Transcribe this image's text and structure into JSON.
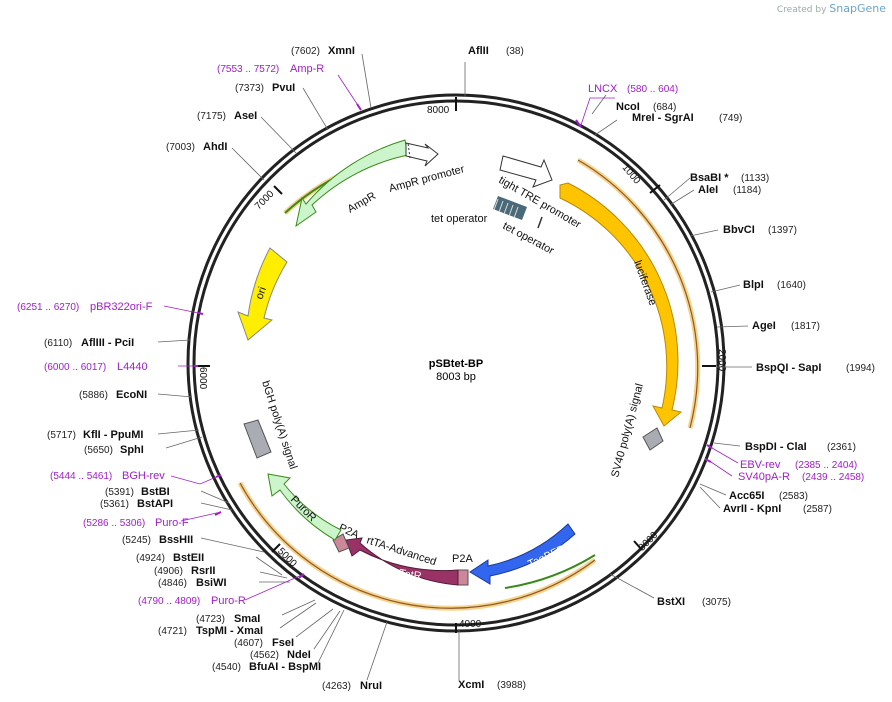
{
  "header": {
    "created_by": "Created by",
    "brand": "SnapGene"
  },
  "plasmid": {
    "name": "pSBtet-BP",
    "size_label": "8003 bp",
    "length": 8003
  },
  "ticks": [
    "1000",
    "2000",
    "3000",
    "4000",
    "5000",
    "6000",
    "7000",
    "8000"
  ],
  "enzymes": [
    {
      "name": "AflII",
      "pos": "(38)"
    },
    {
      "name": "NcoI",
      "pos": "(684)"
    },
    {
      "name": "MreI  - SgrAI",
      "pos": "(749)"
    },
    {
      "name": "BsaBI  *",
      "pos": "(1133)"
    },
    {
      "name": "AleI",
      "pos": "(1184)"
    },
    {
      "name": "BbvCI",
      "pos": "(1397)"
    },
    {
      "name": "BlpI",
      "pos": "(1640)"
    },
    {
      "name": "AgeI",
      "pos": "(1817)"
    },
    {
      "name": "BspQI  - SapI",
      "pos": "(1994)"
    },
    {
      "name": "BspDI  - ClaI",
      "pos": "(2361)"
    },
    {
      "name": "Acc65I",
      "pos": "(2583)"
    },
    {
      "name": "AvrII  - KpnI",
      "pos": "(2587)"
    },
    {
      "name": "BstXI",
      "pos": "(3075)"
    },
    {
      "name": "XcmI",
      "pos": "(3988)"
    },
    {
      "name": "NruI",
      "pos": "(4263)"
    },
    {
      "name": "BfuAI  - BspMI",
      "pos": "(4540)"
    },
    {
      "name": "NdeI",
      "pos": "(4562)"
    },
    {
      "name": "FseI",
      "pos": "(4607)"
    },
    {
      "name": "TspMI  - XmaI",
      "pos": "(4721)"
    },
    {
      "name": "SmaI",
      "pos": "(4723)"
    },
    {
      "name": "BsiWI",
      "pos": "(4846)"
    },
    {
      "name": "RsrII",
      "pos": "(4906)"
    },
    {
      "name": "BstEII",
      "pos": "(4924)"
    },
    {
      "name": "BssHII",
      "pos": "(5245)"
    },
    {
      "name": "BstAPI",
      "pos": "(5361)"
    },
    {
      "name": "BstBI",
      "pos": "(5391)"
    },
    {
      "name": "SphI",
      "pos": "(5650)"
    },
    {
      "name": "KflI  - PpuMI",
      "pos": "(5717)"
    },
    {
      "name": "EcoNI",
      "pos": "(5886)"
    },
    {
      "name": "AflIII  - PciI",
      "pos": "(6110)"
    },
    {
      "name": "AhdI",
      "pos": "(7003)"
    },
    {
      "name": "AseI",
      "pos": "(7175)"
    },
    {
      "name": "PvuI",
      "pos": "(7373)"
    },
    {
      "name": "XmnI",
      "pos": "(7602)"
    }
  ],
  "primers": [
    {
      "name": "LNCX",
      "pos": "(580 .. 604)"
    },
    {
      "name": "EBV-rev",
      "pos": "(2385 .. 2404)"
    },
    {
      "name": "SV40pA-R",
      "pos": "(2439 .. 2458)"
    },
    {
      "name": "Puro-R",
      "pos": "(4790 .. 4809)"
    },
    {
      "name": "Puro-F",
      "pos": "(5286 .. 5306)"
    },
    {
      "name": "BGH-rev",
      "pos": "(5444 .. 5461)"
    },
    {
      "name": "L4440",
      "pos": "(6000 .. 6017)"
    },
    {
      "name": "pBR322ori-F",
      "pos": "(6251 .. 6270)"
    },
    {
      "name": "Amp-R",
      "pos": "(7553 .. 7572)"
    }
  ],
  "features": {
    "tight_tre_promoter": "tight TRE promoter",
    "tet_operator_1": "tet operator",
    "tet_operator_2": "tet operator",
    "luciferase": "luciferase",
    "sv40_polya": "SV40 poly(A) signal",
    "tagbfp": "TagBFP",
    "p2a_1": "P2A",
    "rtetr": "rTetR",
    "rtta_advanced": "rtTA-Advanced",
    "p2a_2": "P2A",
    "puror": "PuroR",
    "bgh_polya": "bGH poly(A) signal",
    "ori": "ori",
    "ampr": "AmpR",
    "ampr_promoter": "AmpR promoter"
  },
  "colors": {
    "backbone": "#222222",
    "primer": "#a020c8",
    "luciferase": "#ffc400",
    "ori": "#ffee00",
    "ampr": "#ccf5cc",
    "tagbfp": "#3366ee",
    "rtetr": "#993366",
    "p2a": "#cc8899",
    "polya": "#a9adb3",
    "orf_arc": "#f7c46a",
    "green_arc": "#3a8a1a"
  }
}
